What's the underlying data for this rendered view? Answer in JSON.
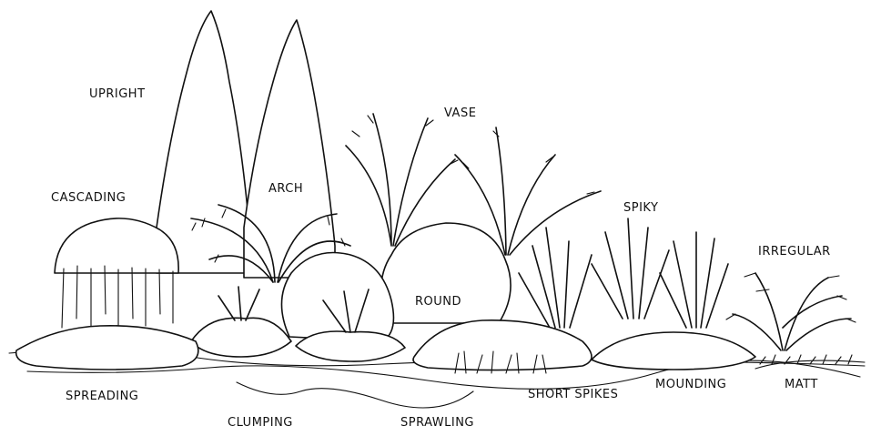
{
  "labels": {
    "upright": "UPRIGHT",
    "vase": "VASE",
    "cascading": "CASCADING",
    "arch": "ARCH",
    "spiky": "SPIKY",
    "irregular": "IRREGULAR",
    "round": "ROUND",
    "spreading": "SPREADING",
    "clumping": "CLUMPING",
    "sprawling": "SPRAWLING",
    "short_spikes": "SHORT SPIKES",
    "mounding": "MOUNDING",
    "matt": "MATT"
  },
  "colors": {
    "ink": "#111111",
    "paper": "#ffffff"
  }
}
